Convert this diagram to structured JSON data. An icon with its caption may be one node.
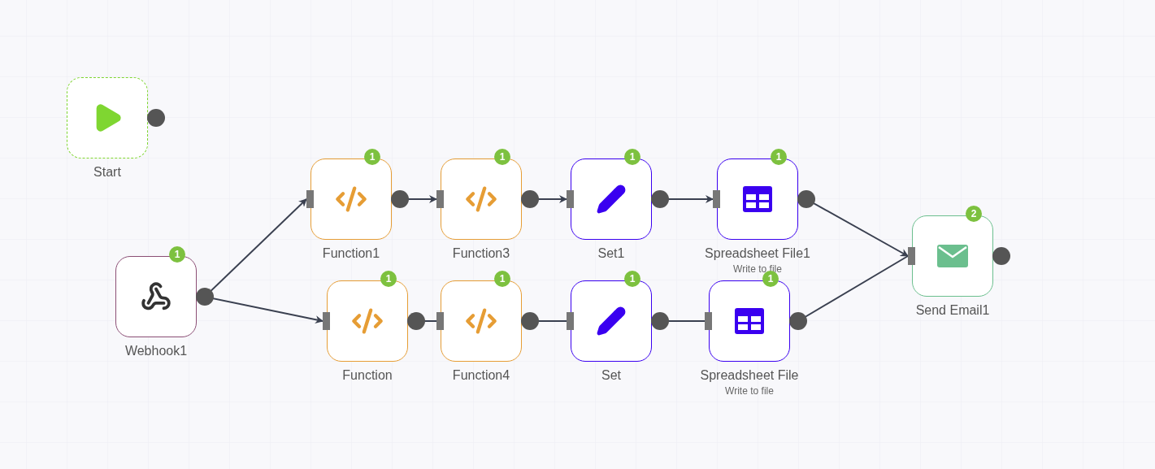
{
  "diagram": {
    "nodes": [
      {
        "text": [
          "Start"
        ]
      },
      {
        "text": [
          "Webhook1"
        ],
        "beside": [
          "1"
        ]
      },
      {
        "text": [
          "Function1"
        ],
        "beside": [
          "1"
        ]
      },
      {
        "text": [
          "Function3"
        ],
        "beside": [
          "1"
        ]
      },
      {
        "text": [
          "Set1"
        ],
        "beside": [
          "1"
        ]
      },
      {
        "text": [
          "Spreadsheet File1",
          "Write to file"
        ],
        "beside": [
          "1"
        ]
      },
      {
        "text": [
          "Function"
        ],
        "beside": [
          "1"
        ]
      },
      {
        "text": [
          "Function4"
        ],
        "beside": [
          "1"
        ]
      },
      {
        "text": [
          "Set"
        ],
        "beside": [
          "1"
        ]
      },
      {
        "text": [
          "Spreadsheet File",
          "Write to file"
        ],
        "beside": [
          "1"
        ]
      },
      {
        "text": [
          "Send Email1"
        ],
        "beside": [
          "2"
        ]
      }
    ],
    "edges": [
      {
        "from": 1,
        "to": 2,
        "arrow": "to"
      },
      {
        "from": 2,
        "to": 3,
        "arrow": "to"
      },
      {
        "from": 3,
        "to": 4,
        "arrow": "to"
      },
      {
        "from": 4,
        "to": 5,
        "arrow": "to"
      },
      {
        "from": 5,
        "to": 10,
        "arrow": "to"
      },
      {
        "from": 1,
        "to": 6,
        "arrow": "to"
      },
      {
        "from": 6,
        "to": 7,
        "arrow": "none"
      },
      {
        "from": 7,
        "to": 8,
        "arrow": "none"
      },
      {
        "from": 8,
        "to": 9,
        "arrow": "none"
      },
      {
        "from": 9,
        "to": 10,
        "arrow": "none"
      }
    ]
  }
}
